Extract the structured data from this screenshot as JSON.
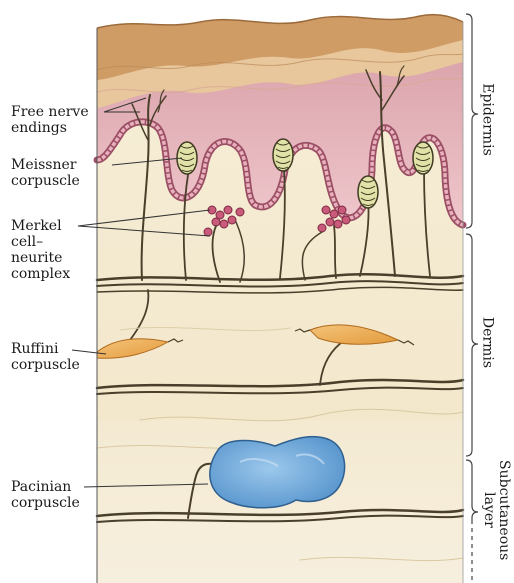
{
  "labels": {
    "free_nerve_endings": "Free nerve\nendings",
    "meissner_corpuscle": "Meissner\ncorpuscle",
    "merkel_complex": "Merkel\ncell–\nneurite\ncomplex",
    "ruffini_corpuscle": "Ruffini\ncorpuscle",
    "pacinian_corpuscle": "Pacinian\ncorpuscle"
  },
  "layers": {
    "epidermis": "Epidermis",
    "dermis": "Dermis",
    "subcutaneous": "Subcutaneous\nlayer"
  }
}
